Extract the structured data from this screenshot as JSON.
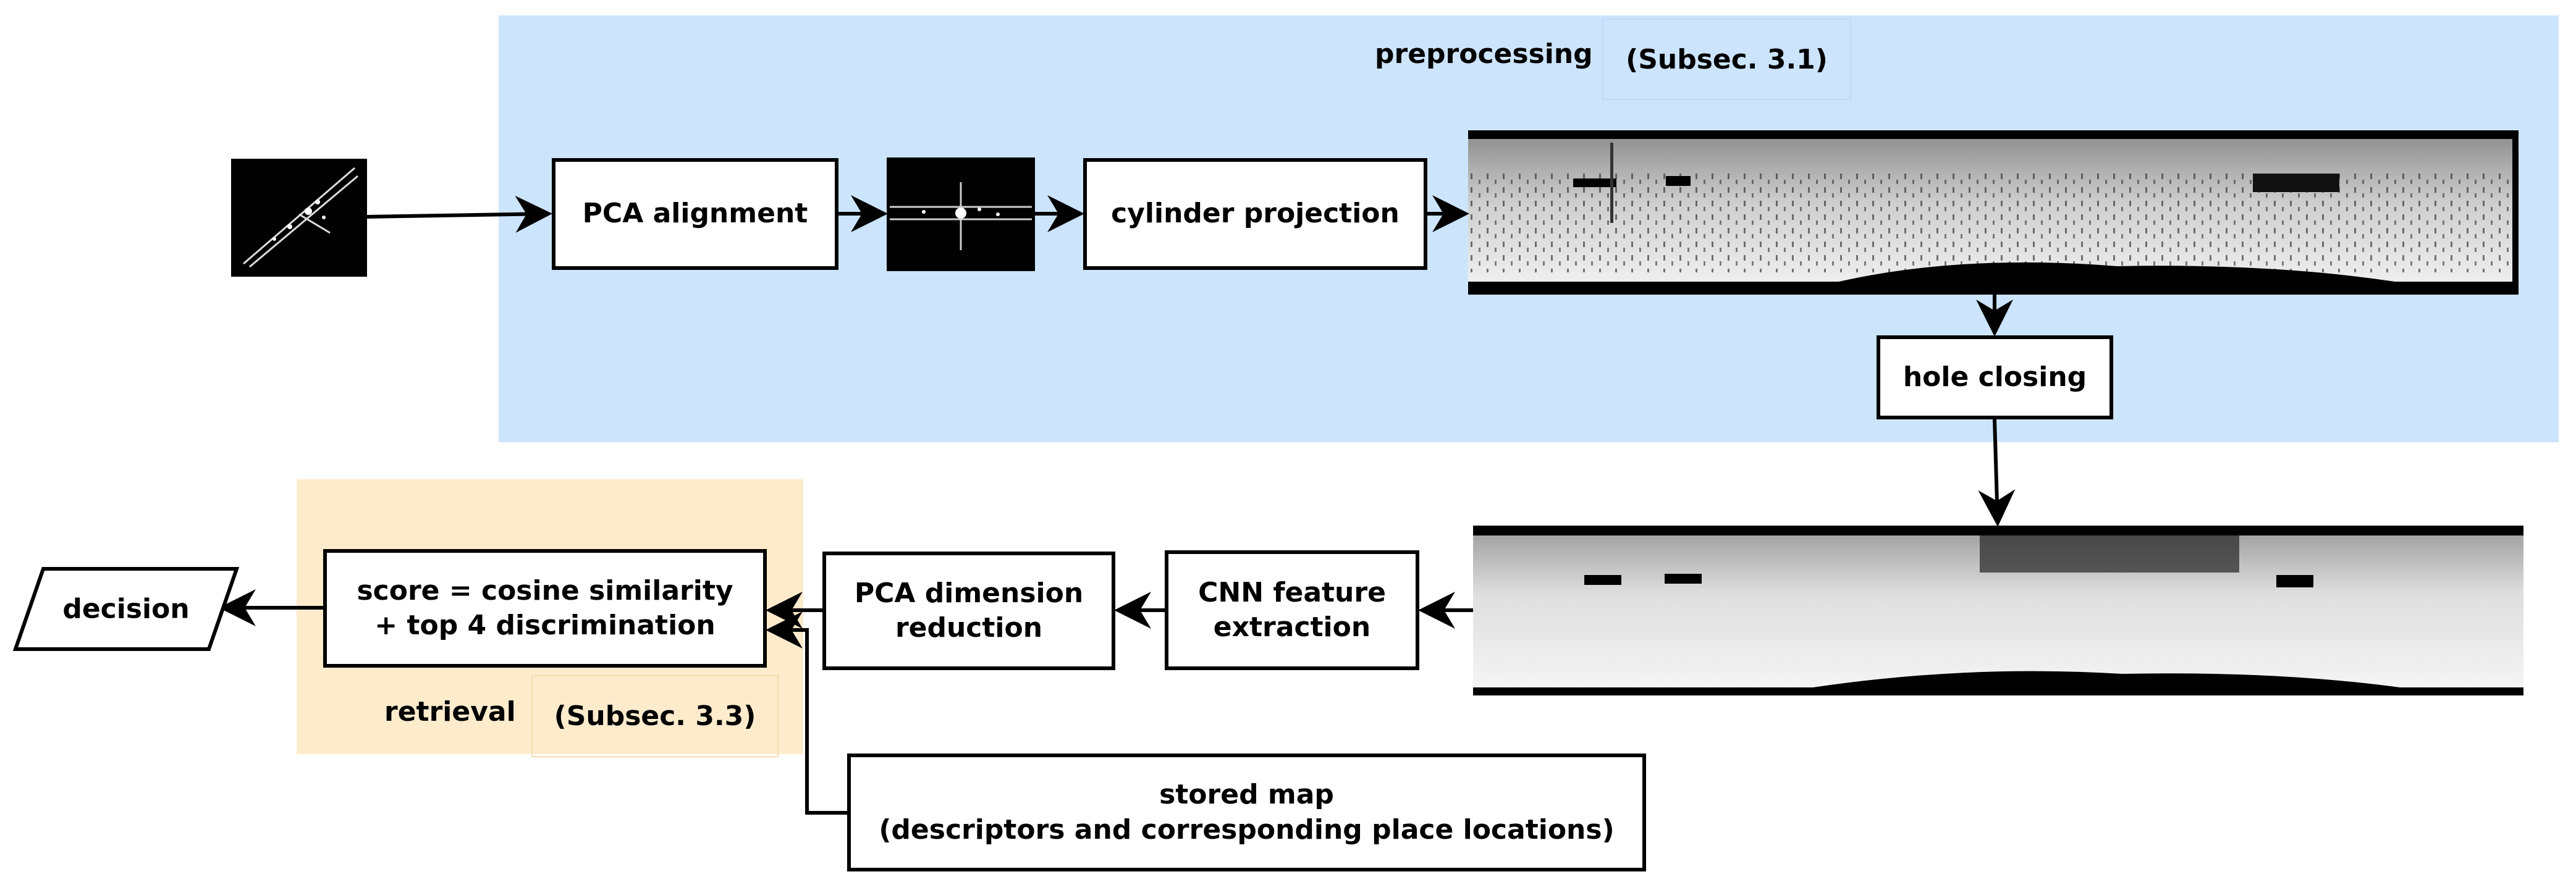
{
  "preprocessing": {
    "label": "preprocessing",
    "subsection": "(Subsec. 3.1)",
    "fill": "#cce4fc"
  },
  "retrieval": {
    "label": "retrieval",
    "subsection": "(Subsec. 3.3)",
    "fill": "#fdebcc"
  },
  "steps": {
    "pca_alignment": "PCA alignment",
    "cylinder_projection": "cylinder projection",
    "hole_closing": "hole closing",
    "cnn_line1": "CNN feature",
    "cnn_line2": "extraction",
    "pca_dim_line1": "PCA dimension",
    "pca_dim_line2": "reduction",
    "score_line1": "score = cosine similarity",
    "score_line2": "+ top 4 discrimination",
    "stored_map_line1": "stored map",
    "stored_map_line2": "(descriptors and corresponding place locations)",
    "decision": "decision"
  },
  "icons": {
    "raw_scan": "point-cloud-thumbnail",
    "aligned_scan": "aligned-point-cloud-thumbnail",
    "range_image": "range-image-with-holes",
    "range_image_closed": "range-image-hole-closed"
  }
}
